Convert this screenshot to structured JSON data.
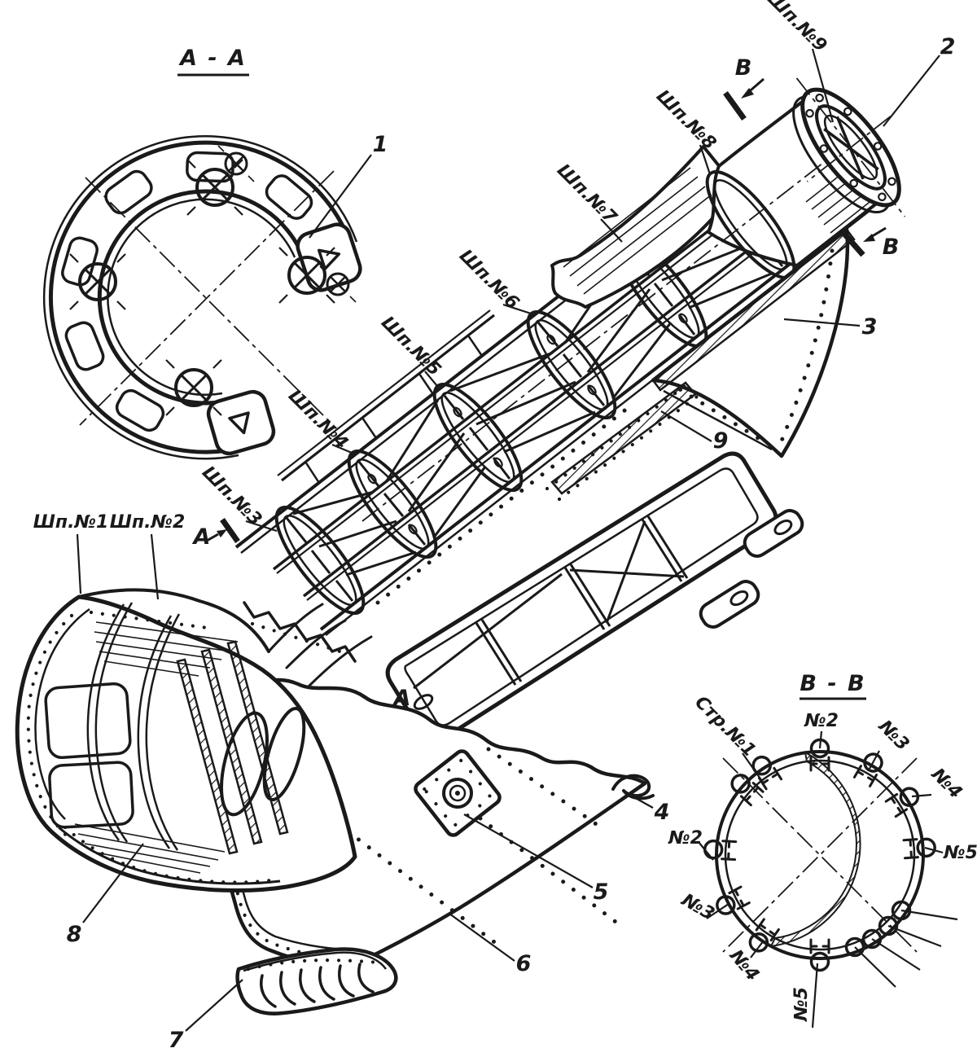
{
  "drawing": {
    "colors": {
      "paper": "#ffffff",
      "ink": "#1a1a1a"
    },
    "section_titles": {
      "aa": "А - А",
      "bb": "В - В"
    },
    "section_markers": {
      "a_upper": "А",
      "a_lower": "А",
      "b_upper": "В",
      "b_lower": "В"
    },
    "frame_labels": {
      "f1": "Шп.№1",
      "f2": "Шп.№2",
      "f3": "Шп.№3",
      "f4": "Шп.№4",
      "f5": "Шп.№5",
      "f6": "Шп.№6",
      "f7": "Шп.№7",
      "f8": "Шп.№8",
      "f9": "Шп.№9"
    },
    "part_callouts": {
      "p1": "1",
      "p2": "2",
      "p3": "3",
      "p4": "4",
      "p5": "5",
      "p6": "6",
      "p7": "7",
      "p8": "8",
      "p9": "9"
    },
    "stringer_labels": {
      "str1": "Стр.№1",
      "top_no2": "№2",
      "upper_right_no3": "№3",
      "right_no4": "№4",
      "right_no5": "№5",
      "left_no2": "№2",
      "lower_left_no3": "№3",
      "bottom_left_no4": "№4",
      "bottom_no5": "№5"
    }
  }
}
